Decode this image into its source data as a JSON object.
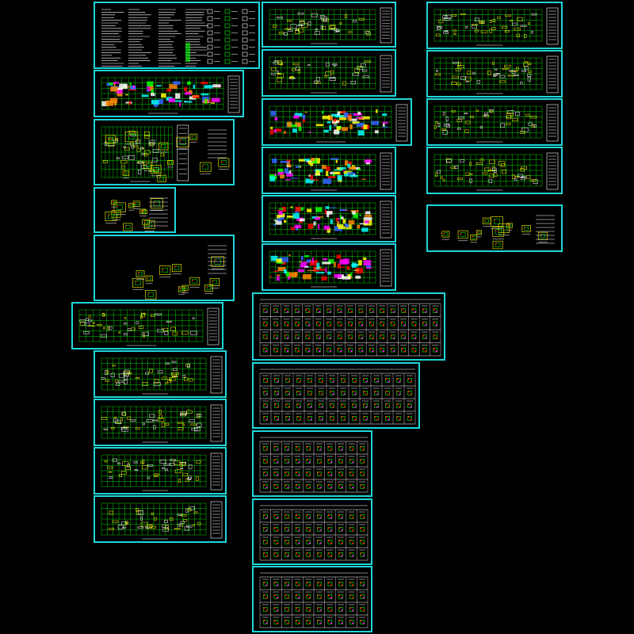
{
  "viewer": {
    "background": "#000000",
    "frame_color": "#1fd7d9",
    "accent_colors": [
      "#ffffff",
      "#00ff00",
      "#ffff00",
      "#ff0000",
      "#ff00ff",
      "#00ffff",
      "#3366ff",
      "#ff8800"
    ]
  },
  "sheets": [
    {
      "id": "notes-legend",
      "kind": "notes"
    },
    {
      "id": "magenta-plan",
      "kind": "colorplan"
    },
    {
      "id": "plan-with-details-1",
      "kind": "plan-details"
    },
    {
      "id": "details-small",
      "kind": "details"
    },
    {
      "id": "details-large",
      "kind": "details"
    },
    {
      "id": "plan-red-legend",
      "kind": "plan"
    },
    {
      "id": "plan-white-1",
      "kind": "plan"
    },
    {
      "id": "plan-white-2",
      "kind": "plan"
    },
    {
      "id": "plan-white-3",
      "kind": "plan"
    },
    {
      "id": "plan-white-4",
      "kind": "plan"
    },
    {
      "id": "plan-yellow-1",
      "kind": "plan"
    },
    {
      "id": "plan-yellow-2",
      "kind": "plan"
    },
    {
      "id": "plan-color-3",
      "kind": "colorplan"
    },
    {
      "id": "plan-color-4",
      "kind": "colorplan"
    },
    {
      "id": "plan-color-5",
      "kind": "colorplan"
    },
    {
      "id": "plan-color-6",
      "kind": "colorplan"
    },
    {
      "id": "plan-right-1",
      "kind": "plan"
    },
    {
      "id": "plan-right-2",
      "kind": "plan"
    },
    {
      "id": "plan-right-3",
      "kind": "plan"
    },
    {
      "id": "plan-right-4",
      "kind": "plan"
    },
    {
      "id": "details-right",
      "kind": "details"
    },
    {
      "id": "schedule-1",
      "kind": "schedule"
    },
    {
      "id": "schedule-2",
      "kind": "schedule"
    },
    {
      "id": "schedule-3",
      "kind": "schedule"
    },
    {
      "id": "schedule-4",
      "kind": "schedule"
    },
    {
      "id": "schedule-5",
      "kind": "schedule"
    }
  ]
}
